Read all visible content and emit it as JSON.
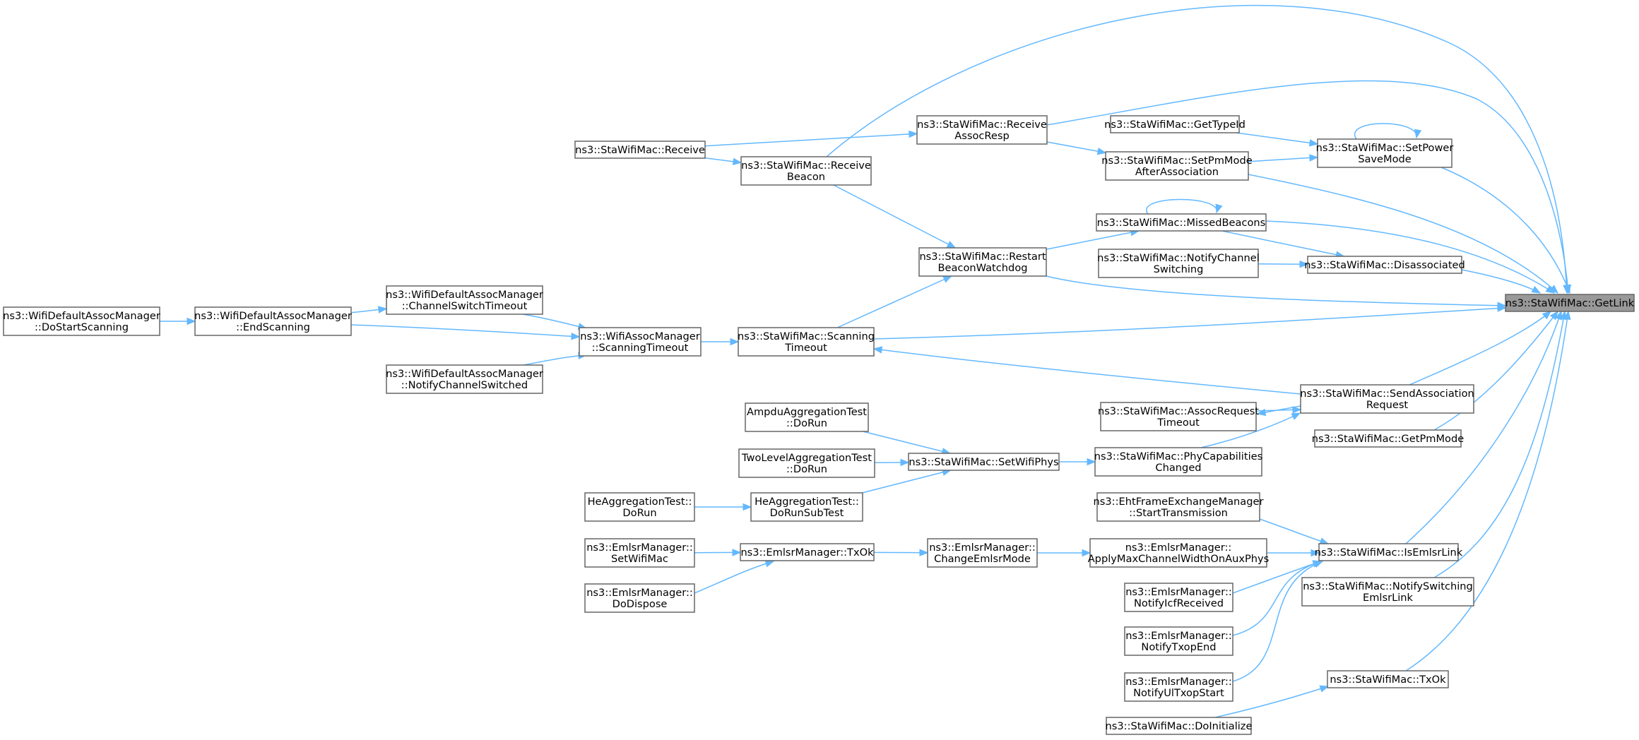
{
  "graph": {
    "type": "call-graph",
    "edge_color": "#63b8ff",
    "root_fill": "#999999",
    "node_fill": "#ffffff",
    "nodes": [
      {
        "id": "getlink",
        "lines": [
          "ns3::StaWifiMac::GetLink"
        ],
        "root": true
      },
      {
        "id": "receive",
        "lines": [
          "ns3::StaWifiMac::Receive"
        ]
      },
      {
        "id": "receive-beacon",
        "lines": [
          "ns3::StaWifiMac::Receive",
          "Beacon"
        ]
      },
      {
        "id": "receive-assocresp",
        "lines": [
          "ns3::StaWifiMac::Receive",
          "AssocResp"
        ]
      },
      {
        "id": "gettypeid",
        "lines": [
          "ns3::StaWifiMac::GetTypeId"
        ]
      },
      {
        "id": "setpm-after",
        "lines": [
          "ns3::StaWifiMac::SetPmMode",
          "AfterAssociation"
        ]
      },
      {
        "id": "setpowersave",
        "lines": [
          "ns3::StaWifiMac::SetPower",
          "SaveMode"
        ]
      },
      {
        "id": "missedbeacons",
        "lines": [
          "ns3::StaWifiMac::MissedBeacons"
        ]
      },
      {
        "id": "restart-watchdog",
        "lines": [
          "ns3::StaWifiMac::Restart",
          "BeaconWatchdog"
        ]
      },
      {
        "id": "notifychannel",
        "lines": [
          "ns3::StaWifiMac::NotifyChannel",
          "Switching"
        ]
      },
      {
        "id": "disassociated",
        "lines": [
          "ns3::StaWifiMac::Disassociated"
        ]
      },
      {
        "id": "wda-dostart",
        "lines": [
          "ns3::WifiDefaultAssocManager",
          "::DoStartScanning"
        ]
      },
      {
        "id": "wda-endscan",
        "lines": [
          "ns3::WifiDefaultAssocManager",
          "::EndScanning"
        ]
      },
      {
        "id": "wda-chswitch",
        "lines": [
          "ns3::WifiDefaultAssocManager",
          "::ChannelSwitchTimeout"
        ]
      },
      {
        "id": "wam-timeout",
        "lines": [
          "ns3::WifiAssocManager",
          "::ScanningTimeout"
        ]
      },
      {
        "id": "wda-notifych",
        "lines": [
          "ns3::WifiDefaultAssocManager",
          "::NotifyChannelSwitched"
        ]
      },
      {
        "id": "scan-timeout",
        "lines": [
          "ns3::StaWifiMac::Scanning",
          "Timeout"
        ]
      },
      {
        "id": "sendassoc",
        "lines": [
          "ns3::StaWifiMac::SendAssociation",
          "Request"
        ]
      },
      {
        "id": "assocreq-timeout",
        "lines": [
          "ns3::StaWifiMac::AssocRequest",
          "Timeout"
        ]
      },
      {
        "id": "getpmmode",
        "lines": [
          "ns3::StaWifiMac::GetPmMode"
        ]
      },
      {
        "id": "ampdu",
        "lines": [
          "AmpduAggregationTest",
          "::DoRun"
        ]
      },
      {
        "id": "twolevel",
        "lines": [
          "TwoLevelAggregationTest",
          "::DoRun"
        ]
      },
      {
        "id": "setwifiphys",
        "lines": [
          "ns3::StaWifiMac::SetWifiPhys"
        ]
      },
      {
        "id": "phycap",
        "lines": [
          "ns3::StaWifiMac::PhyCapabilities",
          "Changed"
        ]
      },
      {
        "id": "he-dorun",
        "lines": [
          "HeAggregationTest::",
          "DoRun"
        ]
      },
      {
        "id": "he-subtest",
        "lines": [
          "HeAggregationTest::",
          "DoRunSubTest"
        ]
      },
      {
        "id": "eht-start",
        "lines": [
          "ns3::EhtFrameExchangeManager",
          "::StartTransmission"
        ]
      },
      {
        "id": "isemlsr",
        "lines": [
          "ns3::StaWifiMac::IsEmlsrLink"
        ]
      },
      {
        "id": "em-setwifimac",
        "lines": [
          "ns3::EmlsrManager::",
          "SetWifiMac"
        ]
      },
      {
        "id": "em-txok",
        "lines": [
          "ns3::EmlsrManager::TxOk"
        ]
      },
      {
        "id": "em-change",
        "lines": [
          "ns3::EmlsrManager::",
          "ChangeEmlsrMode"
        ]
      },
      {
        "id": "em-apply",
        "lines": [
          "ns3::EmlsrManager::",
          "ApplyMaxChannelWidthOnAuxPhys"
        ]
      },
      {
        "id": "em-dispose",
        "lines": [
          "ns3::EmlsrManager::",
          "DoDispose"
        ]
      },
      {
        "id": "em-icf",
        "lines": [
          "ns3::EmlsrManager::",
          "NotifyIcfReceived"
        ]
      },
      {
        "id": "notifysw-emlsr",
        "lines": [
          "ns3::StaWifiMac::NotifySwitching",
          "EmlsrLink"
        ]
      },
      {
        "id": "em-txopend",
        "lines": [
          "ns3::EmlsrManager::",
          "NotifyTxopEnd"
        ]
      },
      {
        "id": "em-ultxop",
        "lines": [
          "ns3::EmlsrManager::",
          "NotifyUlTxopStart"
        ]
      },
      {
        "id": "sta-txok",
        "lines": [
          "ns3::StaWifiMac::TxOk"
        ]
      },
      {
        "id": "doinit",
        "lines": [
          "ns3::StaWifiMac::DoInitialize"
        ]
      }
    ],
    "edges": [
      {
        "from": "receive-beacon",
        "to": "getlink"
      },
      {
        "from": "receive-assocresp",
        "to": "getlink"
      },
      {
        "from": "setpowersave",
        "to": "getlink"
      },
      {
        "from": "setpm-after",
        "to": "getlink"
      },
      {
        "from": "missedbeacons",
        "to": "getlink"
      },
      {
        "from": "disassociated",
        "to": "getlink"
      },
      {
        "from": "restart-watchdog",
        "to": "getlink"
      },
      {
        "from": "scan-timeout",
        "to": "getlink"
      },
      {
        "from": "sendassoc",
        "to": "getlink"
      },
      {
        "from": "getpmmode",
        "to": "getlink"
      },
      {
        "from": "isemlsr",
        "to": "getlink"
      },
      {
        "from": "notifysw-emlsr",
        "to": "getlink"
      },
      {
        "from": "sta-txok",
        "to": "getlink"
      },
      {
        "from": "receive",
        "to": "receive-assocresp"
      },
      {
        "from": "receive",
        "to": "receive-beacon"
      },
      {
        "from": "receive-assocresp",
        "to": "setpm-after"
      },
      {
        "from": "gettypeid",
        "to": "setpowersave"
      },
      {
        "from": "setpm-after",
        "to": "setpowersave"
      },
      {
        "from": "setpowersave",
        "to": "setpowersave"
      },
      {
        "from": "missedbeacons",
        "to": "missedbeacons"
      },
      {
        "from": "receive-beacon",
        "to": "restart-watchdog"
      },
      {
        "from": "restart-watchdog",
        "to": "missedbeacons"
      },
      {
        "from": "missedbeacons",
        "to": "disassociated"
      },
      {
        "from": "notifychannel",
        "to": "disassociated"
      },
      {
        "from": "wda-dostart",
        "to": "wda-endscan"
      },
      {
        "from": "wda-endscan",
        "to": "wda-chswitch"
      },
      {
        "from": "wda-endscan",
        "to": "wam-timeout"
      },
      {
        "from": "wda-chswitch",
        "to": "wam-timeout"
      },
      {
        "from": "wda-notifych",
        "to": "wam-timeout"
      },
      {
        "from": "wam-timeout",
        "to": "scan-timeout"
      },
      {
        "from": "scan-timeout",
        "to": "restart-watchdog"
      },
      {
        "from": "sendassoc",
        "to": "scan-timeout"
      },
      {
        "from": "sendassoc",
        "to": "assocreq-timeout"
      },
      {
        "from": "assocreq-timeout",
        "to": "sendassoc"
      },
      {
        "from": "phycap",
        "to": "sendassoc"
      },
      {
        "from": "ampdu",
        "to": "setwifiphys"
      },
      {
        "from": "twolevel",
        "to": "setwifiphys"
      },
      {
        "from": "he-subtest",
        "to": "setwifiphys"
      },
      {
        "from": "setwifiphys",
        "to": "phycap"
      },
      {
        "from": "he-dorun",
        "to": "he-subtest"
      },
      {
        "from": "eht-start",
        "to": "isemlsr"
      },
      {
        "from": "em-apply",
        "to": "isemlsr"
      },
      {
        "from": "em-icf",
        "to": "isemlsr"
      },
      {
        "from": "em-txopend",
        "to": "isemlsr"
      },
      {
        "from": "em-ultxop",
        "to": "isemlsr"
      },
      {
        "from": "em-change",
        "to": "em-apply"
      },
      {
        "from": "em-txok",
        "to": "em-change"
      },
      {
        "from": "em-setwifimac",
        "to": "em-txok"
      },
      {
        "from": "em-dispose",
        "to": "em-txok"
      },
      {
        "from": "doinit",
        "to": "sta-txok"
      }
    ]
  }
}
